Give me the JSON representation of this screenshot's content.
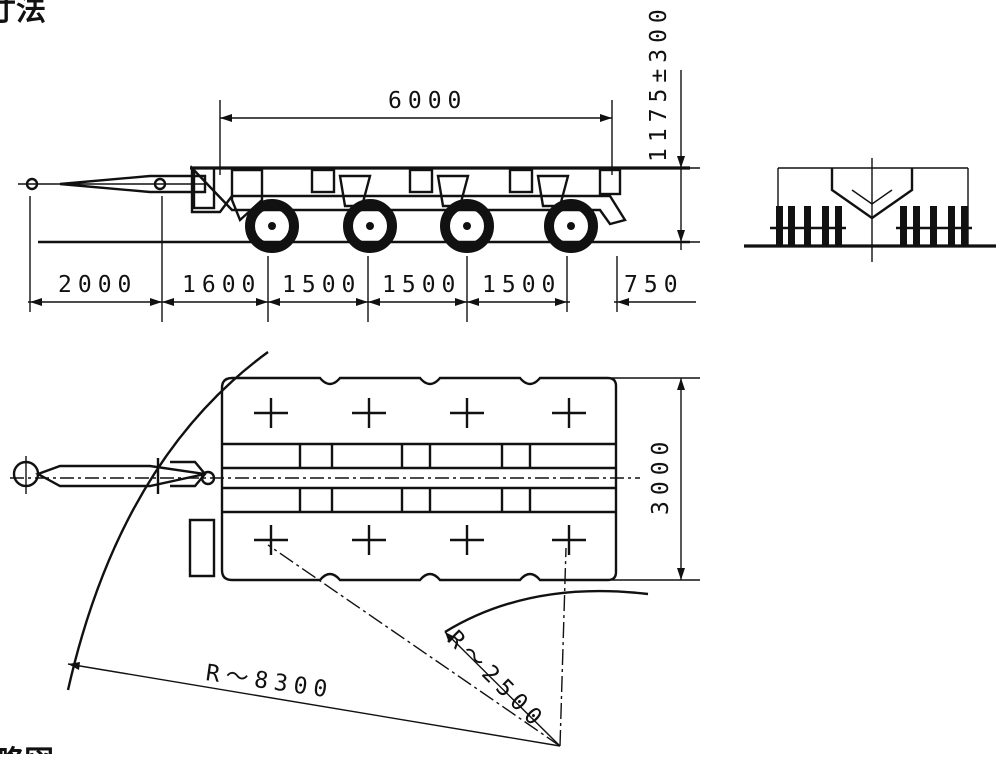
{
  "header": {
    "title_fragment": "寸法"
  },
  "footer": {
    "label_fragment": "略図"
  },
  "side_view": {
    "overall_length": "6000",
    "deck_height": "1175±300",
    "segments": [
      "2000",
      "1600",
      "1500",
      "1500",
      "1500",
      "750"
    ]
  },
  "plan_view": {
    "width": "3000",
    "outer_turning_radius": "R～8300",
    "inner_turning_radius": "R～2500"
  },
  "colors": {
    "ink": "#111111",
    "paper": "#ffffff"
  }
}
